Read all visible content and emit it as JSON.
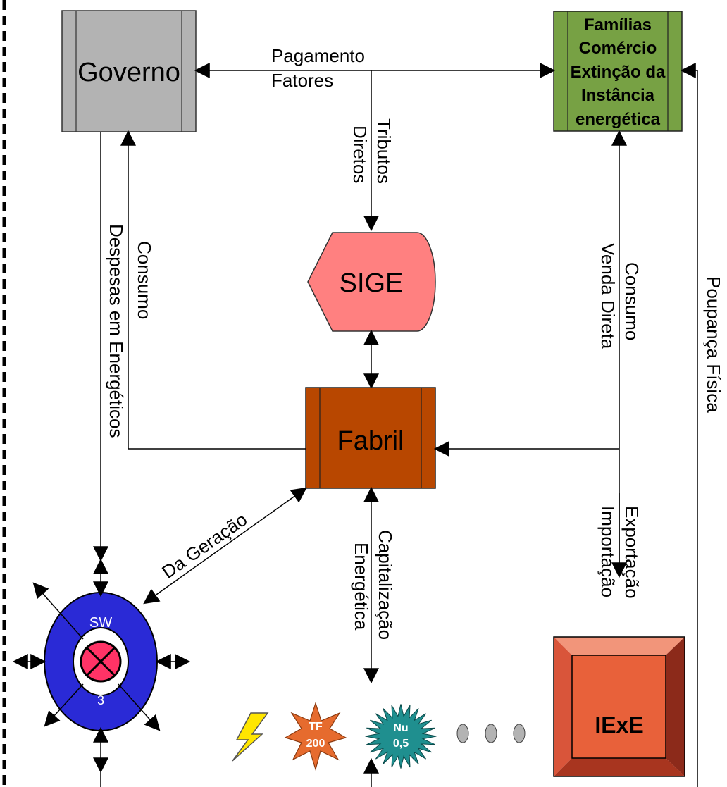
{
  "nodes": {
    "governo": "Governo",
    "familias": [
      "Famílias",
      "Comércio",
      "Extinção da",
      "Instância",
      "energética"
    ],
    "sige": "SIGE",
    "fabril": "Fabril",
    "iexe": "IExE",
    "sw_top": "SW",
    "sw_bottom": "3",
    "tf": [
      "TF",
      "200"
    ],
    "nu": [
      "Nu",
      "0,5"
    ]
  },
  "labels": {
    "pagamento": "Pagamento",
    "fatores": "Fatores",
    "tributos": "Tributos",
    "diretos": "Diretos",
    "consumo_left": "Consumo",
    "despesas": "Despesas em Energéticos",
    "consumo_right": "Consumo",
    "venda_direta": "Venda Direta",
    "poupanca": "Poupança Física",
    "exportacao": "Exportação",
    "importacao": "Importação",
    "capitalizacao": "Capitalização",
    "energetica": "Energética",
    "da_geracao": "Da Geração"
  },
  "colors": {
    "governo": "#b3b3b3",
    "familias": "#77a144",
    "sige": "#ff8080",
    "fabril": "#b84700",
    "iexe": "#e8613a",
    "sw_ring": "#2a2ad6",
    "sw_core": "#ff3366",
    "lightning": "#ffe600",
    "tf": "#e66b2e",
    "nu": "#1f8f8f"
  }
}
